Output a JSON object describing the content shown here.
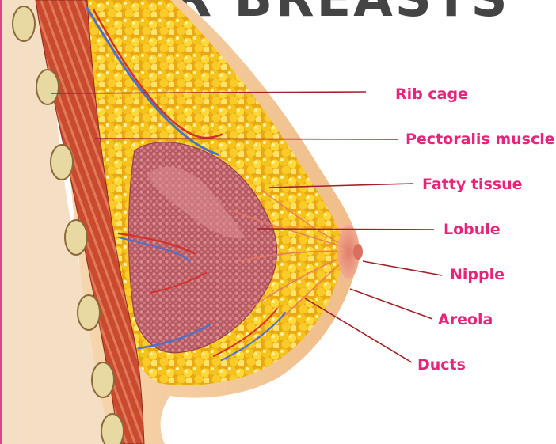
{
  "title": "YOUR BREASTS",
  "colors": {
    "label": "#e8247a",
    "leader": "#a3202a",
    "skin": "#f4c998",
    "skin_dark": "#e3a871",
    "fat": "#f6c21c",
    "fat_light": "#ffe36a",
    "muscle": "#c94a2e",
    "rib": "#e8d9a3",
    "gland": "#c86a72",
    "artery": "#d2322a",
    "vein": "#4a72c8",
    "frame_edge": "#e0408a"
  },
  "labels": [
    {
      "key": "rib-cage",
      "text": "Rib cage"
    },
    {
      "key": "pectoralis-muscle",
      "text": "Pectoralis muscle"
    },
    {
      "key": "fatty-tissue",
      "text": "Fatty tissue"
    },
    {
      "key": "lobule",
      "text": "Lobule"
    },
    {
      "key": "nipple",
      "text": "Nipple"
    },
    {
      "key": "areola",
      "text": "Areola"
    },
    {
      "key": "ducts",
      "text": "Ducts"
    }
  ]
}
